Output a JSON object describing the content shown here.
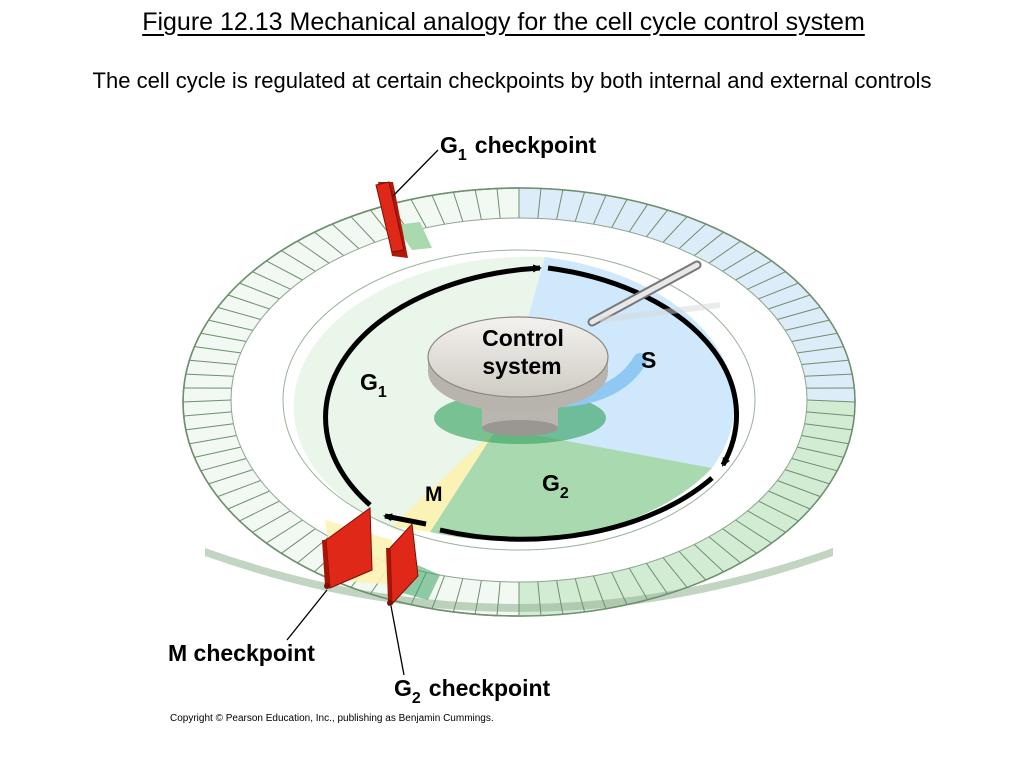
{
  "title": "Figure 12.13  Mechanical analogy for the cell cycle control system",
  "subtitle": "The cell cycle is regulated at certain checkpoints by both internal and external controls",
  "diagram": {
    "checkpoints": {
      "g1": {
        "main": "G",
        "sub": "1",
        "rest": "checkpoint"
      },
      "m": {
        "text": "M checkpoint"
      },
      "g2": {
        "main": "G",
        "sub": "2",
        "rest": "checkpoint"
      }
    },
    "center": {
      "line1": "Control",
      "line2": "system"
    },
    "phases": {
      "g1": {
        "main": "G",
        "sub": "1"
      },
      "s": {
        "text": "S"
      },
      "g2": {
        "main": "G",
        "sub": "2"
      },
      "m": {
        "text": "M"
      }
    },
    "colors": {
      "g1_phase": "#eaf6ea",
      "s_phase": "#cfe8fb",
      "g2_phase": "#a9d9ae",
      "m_phase": "#fbf3b5",
      "checkpoint_gate": "#e02818",
      "cycle_arrow": "#000000"
    }
  },
  "copyright": "Copyright © Pearson Education, Inc., publishing as Benjamin Cummings."
}
